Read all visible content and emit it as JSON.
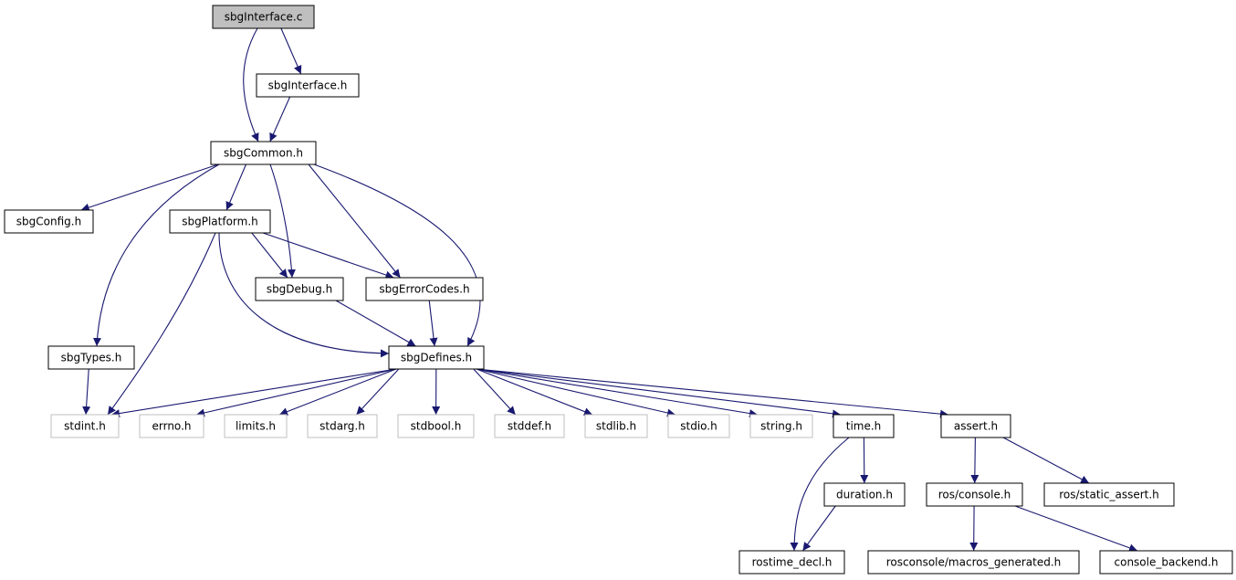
{
  "colors": {
    "edge": "#191970",
    "root_fill": "#bfbfbf",
    "node_border": "#000000",
    "external_border": "#bfbfbf",
    "node_fill": "#ffffff"
  },
  "nodes": [
    {
      "id": "sbgInterface_c",
      "label": "sbgInterface.c",
      "kind": "root"
    },
    {
      "id": "sbgInterface_h",
      "label": "sbgInterface.h",
      "kind": "internal"
    },
    {
      "id": "sbgCommon_h",
      "label": "sbgCommon.h",
      "kind": "internal"
    },
    {
      "id": "sbgConfig_h",
      "label": "sbgConfig.h",
      "kind": "internal"
    },
    {
      "id": "sbgPlatform_h",
      "label": "sbgPlatform.h",
      "kind": "internal"
    },
    {
      "id": "sbgDebug_h",
      "label": "sbgDebug.h",
      "kind": "internal"
    },
    {
      "id": "sbgErrorCodes_h",
      "label": "sbgErrorCodes.h",
      "kind": "internal"
    },
    {
      "id": "sbgTypes_h",
      "label": "sbgTypes.h",
      "kind": "internal"
    },
    {
      "id": "sbgDefines_h",
      "label": "sbgDefines.h",
      "kind": "internal"
    },
    {
      "id": "stdint_h",
      "label": "stdint.h",
      "kind": "external"
    },
    {
      "id": "errno_h",
      "label": "errno.h",
      "kind": "external"
    },
    {
      "id": "limits_h",
      "label": "limits.h",
      "kind": "external"
    },
    {
      "id": "stdarg_h",
      "label": "stdarg.h",
      "kind": "external"
    },
    {
      "id": "stdbool_h",
      "label": "stdbool.h",
      "kind": "external"
    },
    {
      "id": "stddef_h",
      "label": "stddef.h",
      "kind": "external"
    },
    {
      "id": "stdlib_h",
      "label": "stdlib.h",
      "kind": "external"
    },
    {
      "id": "stdio_h",
      "label": "stdio.h",
      "kind": "external"
    },
    {
      "id": "string_h",
      "label": "string.h",
      "kind": "external"
    },
    {
      "id": "time_h",
      "label": "time.h",
      "kind": "internal"
    },
    {
      "id": "assert_h",
      "label": "assert.h",
      "kind": "internal"
    },
    {
      "id": "duration_h",
      "label": "duration.h",
      "kind": "internal"
    },
    {
      "id": "ros_console_h",
      "label": "ros/console.h",
      "kind": "internal"
    },
    {
      "id": "ros_static_assert_h",
      "label": "ros/static_assert.h",
      "kind": "internal"
    },
    {
      "id": "rostime_decl_h",
      "label": "rostime_decl.h",
      "kind": "internal"
    },
    {
      "id": "rosconsole_macros_generated_h",
      "label": "rosconsole/macros_generated.h",
      "kind": "internal"
    },
    {
      "id": "console_backend_h",
      "label": "console_backend.h",
      "kind": "internal"
    }
  ],
  "edges": [
    {
      "from": "sbgInterface_c",
      "to": "sbgInterface_h"
    },
    {
      "from": "sbgInterface_c",
      "to": "sbgCommon_h"
    },
    {
      "from": "sbgInterface_h",
      "to": "sbgCommon_h"
    },
    {
      "from": "sbgCommon_h",
      "to": "sbgConfig_h"
    },
    {
      "from": "sbgCommon_h",
      "to": "sbgPlatform_h"
    },
    {
      "from": "sbgCommon_h",
      "to": "sbgDebug_h"
    },
    {
      "from": "sbgCommon_h",
      "to": "sbgErrorCodes_h"
    },
    {
      "from": "sbgCommon_h",
      "to": "sbgTypes_h"
    },
    {
      "from": "sbgCommon_h",
      "to": "sbgDefines_h"
    },
    {
      "from": "sbgPlatform_h",
      "to": "sbgDebug_h"
    },
    {
      "from": "sbgPlatform_h",
      "to": "sbgErrorCodes_h"
    },
    {
      "from": "sbgPlatform_h",
      "to": "stdint_h"
    },
    {
      "from": "sbgPlatform_h",
      "to": "sbgDefines_h"
    },
    {
      "from": "sbgDebug_h",
      "to": "sbgDefines_h"
    },
    {
      "from": "sbgErrorCodes_h",
      "to": "sbgDefines_h"
    },
    {
      "from": "sbgTypes_h",
      "to": "stdint_h"
    },
    {
      "from": "sbgDefines_h",
      "to": "stdint_h"
    },
    {
      "from": "sbgDefines_h",
      "to": "errno_h"
    },
    {
      "from": "sbgDefines_h",
      "to": "limits_h"
    },
    {
      "from": "sbgDefines_h",
      "to": "stdarg_h"
    },
    {
      "from": "sbgDefines_h",
      "to": "stdbool_h"
    },
    {
      "from": "sbgDefines_h",
      "to": "stddef_h"
    },
    {
      "from": "sbgDefines_h",
      "to": "stdlib_h"
    },
    {
      "from": "sbgDefines_h",
      "to": "stdio_h"
    },
    {
      "from": "sbgDefines_h",
      "to": "string_h"
    },
    {
      "from": "sbgDefines_h",
      "to": "time_h"
    },
    {
      "from": "sbgDefines_h",
      "to": "assert_h"
    },
    {
      "from": "time_h",
      "to": "duration_h"
    },
    {
      "from": "time_h",
      "to": "rostime_decl_h"
    },
    {
      "from": "duration_h",
      "to": "rostime_decl_h"
    },
    {
      "from": "assert_h",
      "to": "ros_console_h"
    },
    {
      "from": "assert_h",
      "to": "ros_static_assert_h"
    },
    {
      "from": "ros_console_h",
      "to": "rosconsole_macros_generated_h"
    },
    {
      "from": "ros_console_h",
      "to": "console_backend_h"
    }
  ]
}
